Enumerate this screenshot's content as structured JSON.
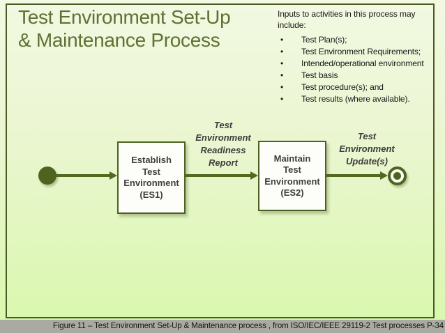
{
  "title": "Test Environment Set-Up\n& Maintenance Process",
  "inputs_note": {
    "intro": "Inputs to activities in this process may\ninclude:",
    "bullet_glyph": "•",
    "bullets": [
      "Test Plan(s);",
      "Test Environment Requirements;",
      "Intended/operational environment",
      "Test basis",
      "Test procedure(s); and",
      "Test results (where available)."
    ]
  },
  "diagram": {
    "start_node_icon": "filled-circle",
    "end_node_icon": "bullseye",
    "boxes": [
      {
        "id": "ES1",
        "label": "Establish\nTest\nEnvironment\n(ES1)"
      },
      {
        "id": "ES2",
        "label": "Maintain\nTest\nEnvironment\n(ES2)"
      }
    ],
    "flow_labels": [
      {
        "text": "Test\nEnvironment\nReadiness\nReport"
      },
      {
        "text": "Test\nEnvironment\nUpdate(s)"
      }
    ]
  },
  "caption": "Figure  11 – Test Environment Set-Up & Maintenance process , from ISO/IEC/IEEE 29119-2 Test processes P-34",
  "colors": {
    "background_top": "#f2f8e2",
    "background_bottom": "#d8f8ac",
    "frame_border": "#4a5a24",
    "title_text": "#5e7134",
    "shape_olive": "#4d631f",
    "box_fill": "#fdfdf9",
    "box_text": "#3e3e3e",
    "body_text": "#161616",
    "caption_bar": "#a9aba2"
  }
}
